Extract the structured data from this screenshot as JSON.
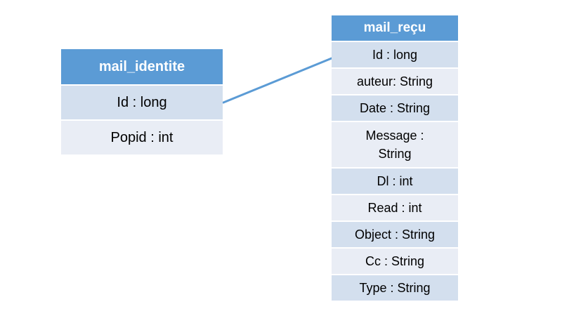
{
  "diagram": {
    "colors": {
      "header_bg": "#5B9BD5",
      "header_text": "#FFFFFF",
      "row_band_dark": "#D3DFEE",
      "row_band_light": "#E9EDF5",
      "row_text": "#000000",
      "connector": "#5B9BD5"
    },
    "tables": [
      {
        "name": "mail_identite",
        "fields": [
          "Id : long",
          "Popid : int"
        ]
      },
      {
        "name": "mail_reçu",
        "fields": [
          "Id : long",
          "auteur: String",
          "Date : String",
          "Message : String",
          "Dl : int",
          "Read : int",
          "Object : String",
          "Cc : String",
          "Type : String"
        ]
      }
    ]
  }
}
